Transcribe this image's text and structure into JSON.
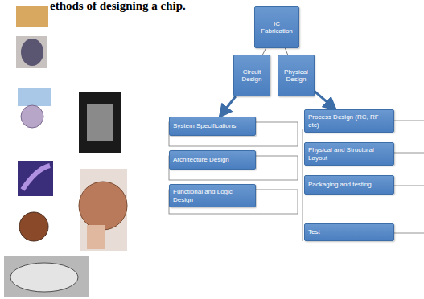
{
  "diagram": {
    "title": "ethods of designing a chip.",
    "nodes": [
      {
        "text": [
          "IC Fabrication"
        ]
      },
      {
        "text": [
          "Circuit Design"
        ]
      },
      {
        "text": [
          "Physical Design"
        ]
      },
      {
        "text": [
          "System Specifications"
        ]
      },
      {
        "text": [
          "Architecture Design"
        ]
      },
      {
        "text": [
          "Functional and Logic Design"
        ]
      },
      {
        "text": [
          "Process Design (RC, RF etc)"
        ]
      },
      {
        "text": [
          "Physical and Structural Layout"
        ]
      },
      {
        "text": [
          "Packaging and testing"
        ]
      },
      {
        "text": [
          "Test"
        ]
      }
    ],
    "edges": [
      {
        "from": 0,
        "to": 1,
        "arrow": "none"
      },
      {
        "from": 0,
        "to": 2,
        "arrow": "none"
      },
      {
        "from": 1,
        "to": 3,
        "arrow": "to"
      },
      {
        "from": 2,
        "to": 6,
        "arrow": "to"
      }
    ]
  }
}
